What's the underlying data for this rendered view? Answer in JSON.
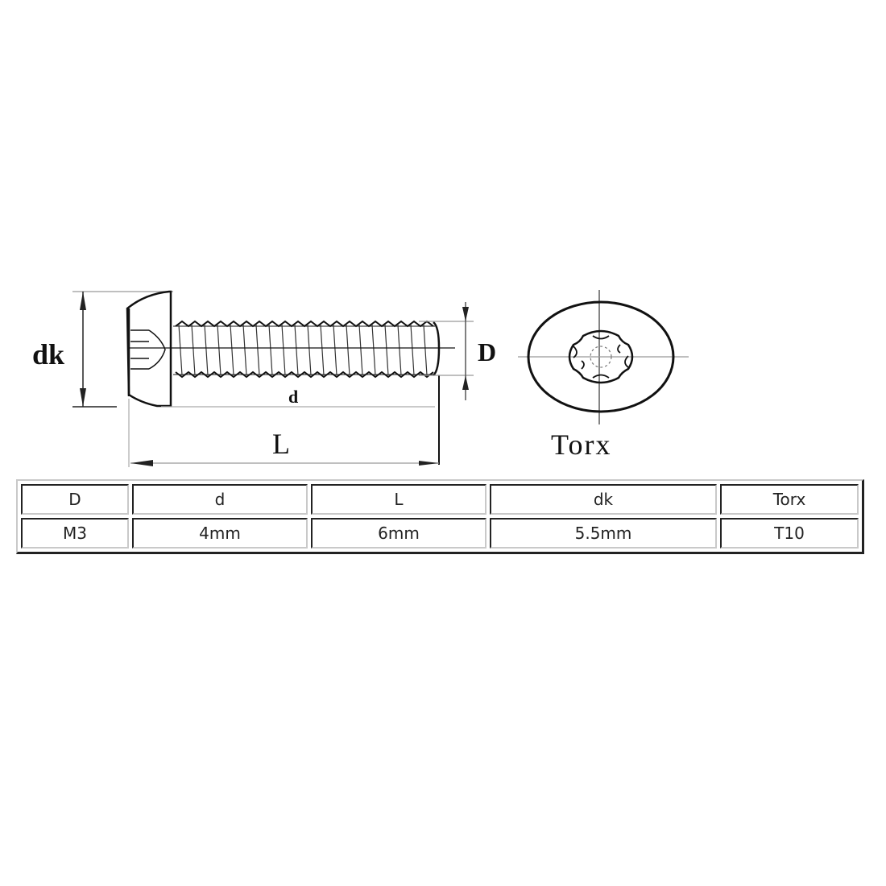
{
  "diagram": {
    "labels": {
      "dk": "dk",
      "d": "d",
      "L": "L",
      "D": "D",
      "torx": "Torx"
    }
  },
  "table": {
    "headers": [
      "D",
      "d",
      "L",
      "dk",
      "Torx"
    ],
    "rows": [
      [
        "M3",
        "4mm",
        "6mm",
        "5.5mm",
        "T10"
      ]
    ]
  }
}
